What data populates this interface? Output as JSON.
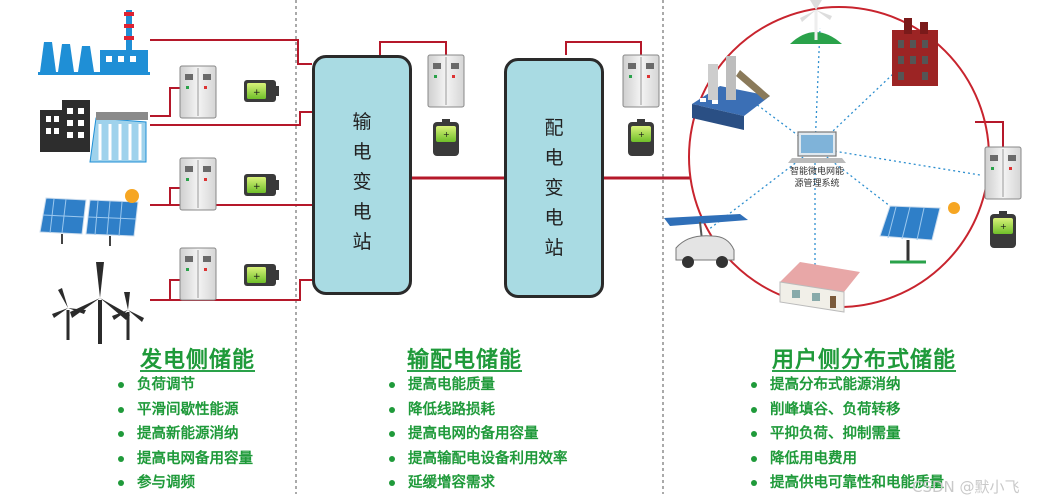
{
  "sections": {
    "generation": {
      "title": "发电侧储能",
      "items": [
        "负荷调节",
        "平滑间歇性能源",
        "提高新能源消纳",
        "提高电网备用容量",
        "参与调频"
      ]
    },
    "transmission": {
      "title": "输配电储能",
      "items": [
        "提高电能质量",
        "降低线路损耗",
        "提高电网的备用容量",
        "提高输配电设备利用效率",
        "延缓增容需求"
      ]
    },
    "user": {
      "title": "用户侧分布式储能",
      "items": [
        "提高分布式能源消纳",
        "削峰填谷、负荷转移",
        "平抑负荷、抑制需量",
        "降低用电费用",
        "提高供电可靠性和电能质量"
      ]
    }
  },
  "stations": {
    "transmission_substation": "输电变电站",
    "distribution_substation": "配电变电站"
  },
  "microgrid_hub": {
    "line1": "智能微电网能",
    "line2": "源管理系统"
  },
  "watermark": "CSDN @默小飞",
  "colors": {
    "green": "#1f9a3a",
    "line_red": "#b5182a",
    "station_fill": "#a9dbe3",
    "icon_blue": "#1f8fd6"
  }
}
